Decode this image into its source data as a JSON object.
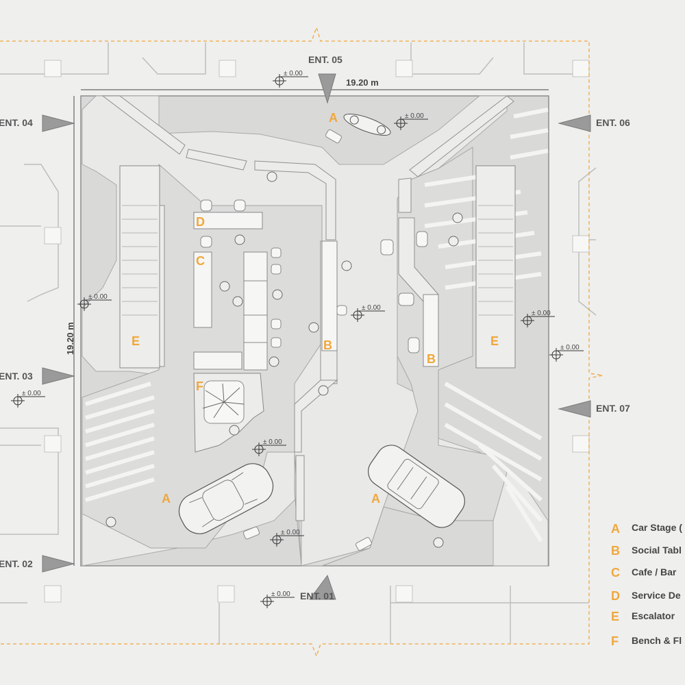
{
  "dimensions": {
    "top": "19.20 m",
    "left": "19.20 m"
  },
  "level_marker": "± 0.00",
  "entrances": [
    "ENT. 01",
    "ENT. 02",
    "ENT. 03",
    "ENT. 04",
    "ENT. 05",
    "ENT. 06",
    "ENT. 07"
  ],
  "zones": {
    "A": "A",
    "B": "B",
    "C": "C",
    "D": "D",
    "E": "E",
    "F": "F"
  },
  "legend": [
    {
      "letter": "A",
      "label": "Car Stage ("
    },
    {
      "letter": "B",
      "label": "Social Tabl"
    },
    {
      "letter": "C",
      "label": "Cafe / Bar"
    },
    {
      "letter": "D",
      "label": "Service De"
    },
    {
      "letter": "E",
      "label": "Escalator"
    },
    {
      "letter": "F",
      "label": "Bench & Fl"
    }
  ],
  "colors": {
    "accent": "#f0a73c",
    "floor": "#d9d9d8",
    "line": "#9a9a9a",
    "background": "#efefed"
  }
}
